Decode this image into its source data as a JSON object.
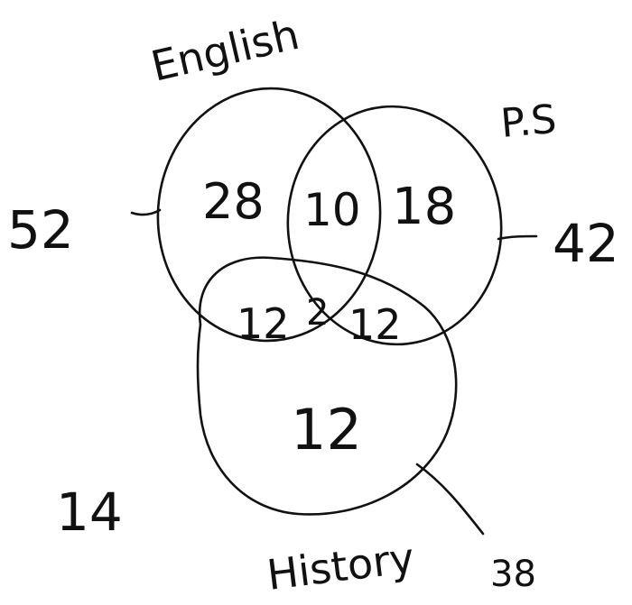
{
  "diagram": {
    "type": "venn-3",
    "sets": {
      "english": "English",
      "ps": "P.S",
      "history": "History"
    },
    "set_totals": {
      "english": "52",
      "ps": "42",
      "history": "38"
    },
    "regions": {
      "english_only": "28",
      "english_ps_only": "10",
      "ps_only": "18",
      "english_history_only": "12",
      "all_three": "2",
      "ps_history_only": "12",
      "history_only": "12",
      "outside": "14"
    },
    "ink_color": "#111111",
    "background_color": "#ffffff"
  }
}
